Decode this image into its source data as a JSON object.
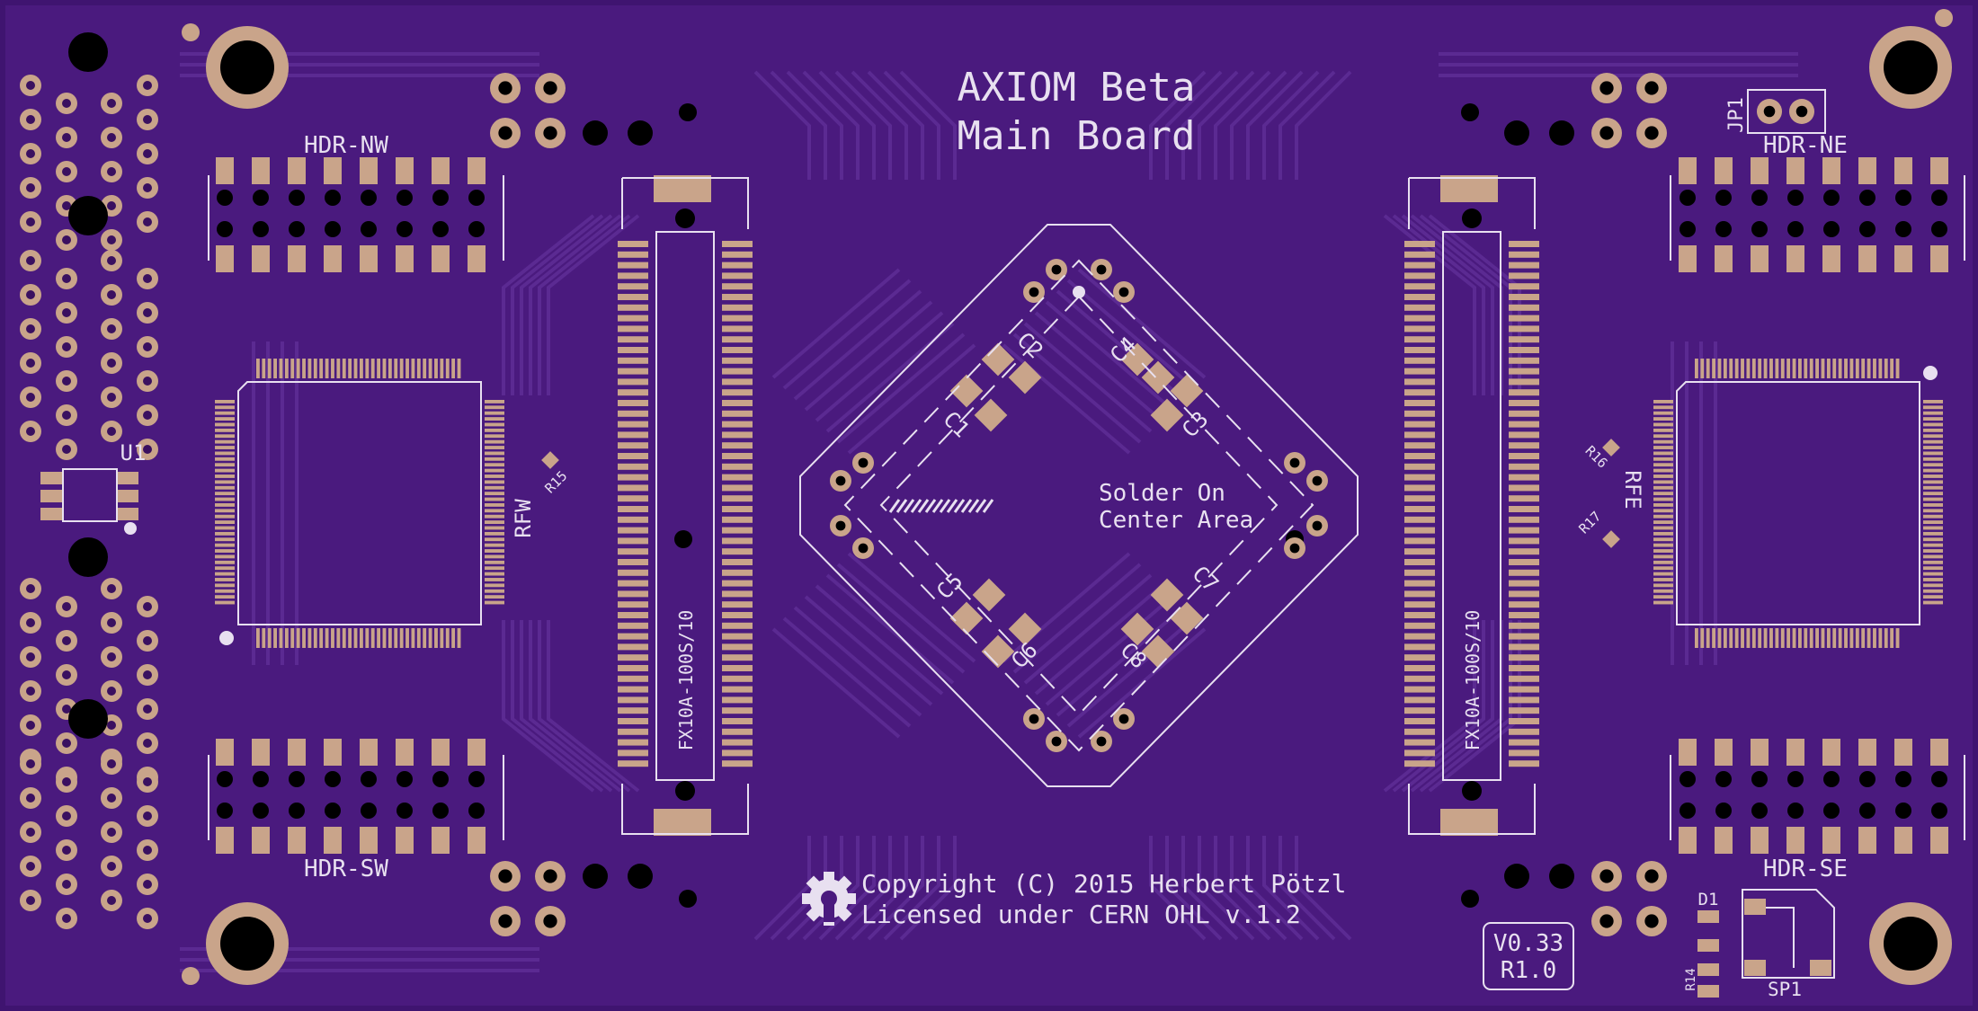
{
  "board": {
    "colors": {
      "substrate": "#4a1a7e",
      "trace": "#5b2a92",
      "pad": "#c9a48a",
      "silkscreen": "#e8e0f0",
      "hole": "#000000"
    },
    "title_line1": "AXIOM Beta",
    "title_line2": "Main Board",
    "copyright_line1": "Copyright (C) 2015 Herbert Pötzl",
    "copyright_line2": "Licensed under CERN OHL v.1.2",
    "center_note_line1": "Solder On",
    "center_note_line2": "Center Area",
    "version_line1": "V0.33",
    "version_line2": "R1.0",
    "logo_icon": "oshw-gear-icon"
  },
  "labels": {
    "hdr_nw": "HDR-NW",
    "hdr_ne": "HDR-NE",
    "hdr_sw": "HDR-SW",
    "hdr_se": "HDR-SE",
    "u1": "U1",
    "jp1": "JP1",
    "d1": "D1",
    "sp1": "SP1",
    "r14": "R14",
    "r15": "R15",
    "r16": "R16",
    "r17": "R17",
    "rfw": "RFW",
    "rfe": "RFE",
    "connector_left": "FX10A-100S/10",
    "connector_right": "FX10A-100S/10",
    "c1": "C1",
    "c2": "C2",
    "c3": "C3",
    "c4": "C4",
    "c5": "C5",
    "c6": "C6",
    "c7": "C7",
    "c8": "C8"
  }
}
